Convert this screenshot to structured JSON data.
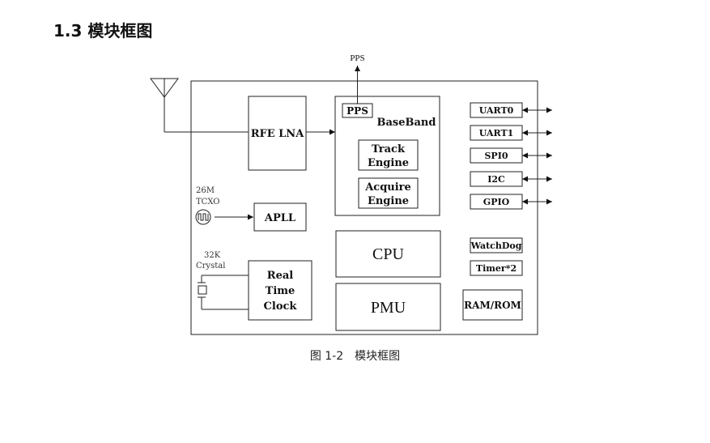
{
  "section": {
    "title": "1.3 模块框图"
  },
  "caption": "图 1-2　模块框图",
  "diagram": {
    "pps_output": "PPS",
    "rfe_lna": "RFE LNA",
    "baseband": {
      "title": "BaseBand",
      "pps": "PPS",
      "track_line1": "Track",
      "track_line2": "Engine",
      "acquire_line1": "Acquire",
      "acquire_line2": "Engine"
    },
    "tcxo_line1": "26M",
    "tcxo_line2": "TCXO",
    "apll": "APLL",
    "crystal_line1": "32K",
    "crystal_line2": "Crystal",
    "rtc_line1": "Real",
    "rtc_line2": "Time",
    "rtc_line3": "Clock",
    "cpu": "CPU",
    "pmu": "PMU",
    "interfaces": [
      "UART0",
      "UART1",
      "SPI0",
      "I2C",
      "GPIO"
    ],
    "watchdog": "WatchDog",
    "timer": "Timer*2",
    "ram_rom": "RAM/ROM"
  }
}
